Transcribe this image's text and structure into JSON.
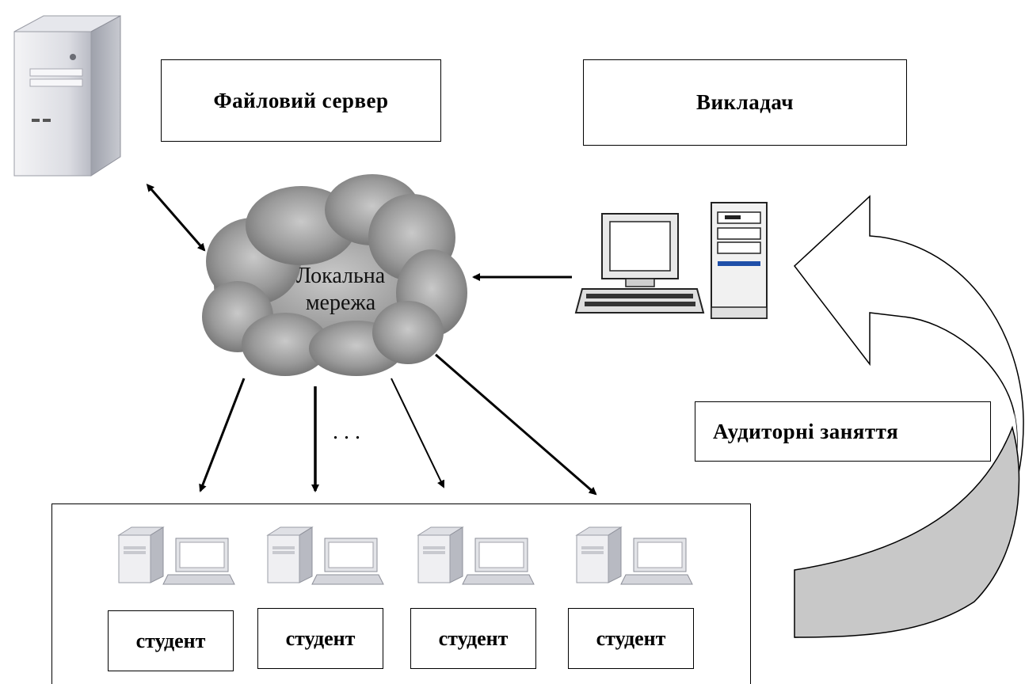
{
  "file_server": {
    "label": "Файловий сервер"
  },
  "teacher": {
    "label": "Викладач"
  },
  "network": {
    "line1": "Локальна",
    "line2": "мережа"
  },
  "classroom": {
    "label": "Аудиторні заняття"
  },
  "ellipsis": ". . .",
  "students": [
    {
      "label": "студент"
    },
    {
      "label": "студент"
    },
    {
      "label": "студент"
    },
    {
      "label": "студент"
    }
  ]
}
